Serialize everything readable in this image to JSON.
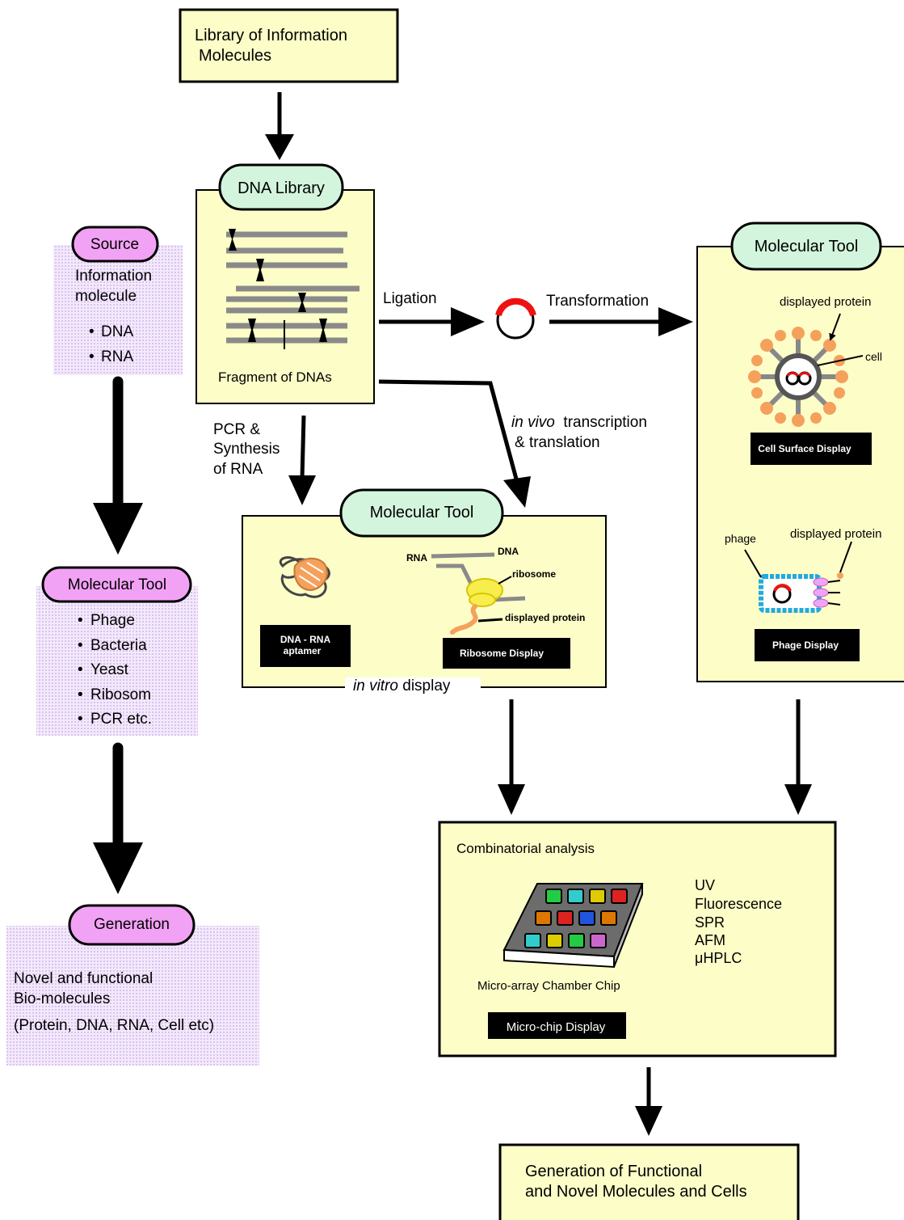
{
  "top_box": {
    "line1": "Library of Information",
    "line2": "Molecules"
  },
  "dna_library": {
    "label": "DNA Library",
    "fragment_caption": "Fragment of DNAs"
  },
  "source_panel": {
    "label": "Source",
    "line1": "Information",
    "line2": "molecule",
    "items": [
      "DNA",
      "RNA"
    ]
  },
  "left_tool_panel": {
    "label": "Molecular Tool",
    "items": [
      "Phage",
      "Bacteria",
      "Yeast",
      "Ribosom",
      "PCR etc."
    ]
  },
  "generation_panel": {
    "label": "Generation",
    "line1": "Novel and functional",
    "line2": "Bio-molecules",
    "line3": "(Protein,  DNA, RNA, Cell etc)"
  },
  "arrows": {
    "ligation": "Ligation",
    "transformation": "Transformation",
    "pcr_line1": "PCR &",
    "pcr_line2": "Synthesis",
    "pcr_line3": "of RNA",
    "invivo_italic": "in vivo",
    "invivo_rest": "  transcription",
    "invivo_line2": "& translation"
  },
  "invitro_panel": {
    "label": "Molecular Tool",
    "aptamer_line1": "DNA - RNA",
    "aptamer_line2": "aptamer",
    "rna": "RNA",
    "dna": "DNA",
    "ribosome": "ribosome",
    "displayed_protein": "displayed protein",
    "ribosome_display": "Ribosome Display",
    "caption_italic": "in vitro",
    "caption_rest": " display"
  },
  "right_tool_panel": {
    "label": "Molecular Tool",
    "displayed_protein_top": "displayed protein",
    "cell": "cell",
    "cell_surface_display": "Cell Surface Display",
    "phage": "phage",
    "displayed_protein_bottom": "displayed protein",
    "phage_display": "Phage Display"
  },
  "combinatorial_panel": {
    "title": "Combinatorial analysis",
    "methods": [
      "UV",
      "Fluorescence",
      "SPR",
      "AFM",
      "μHPLC"
    ],
    "chip_caption": "Micro-array Chamber Chip",
    "microchip_display": "Micro-chip Display",
    "chip_colors": [
      "#22cc44",
      "#33cccc",
      "#ddcc00",
      "#dd2222",
      "#dd7700",
      "#dd2222",
      "#2255dd",
      "#dd7700",
      "#33cccc",
      "#ddcc00",
      "#22cc44",
      "#cc66cc"
    ]
  },
  "bottom_box": {
    "line1": "Generation of Functional",
    "line2": "and Novel Molecules and Cells"
  },
  "colors": {
    "panel_fill": "#fdfdc8",
    "pill_green": "#d3f5dd",
    "pill_pink": "#f2a2f4",
    "lavender": "#ead6f6",
    "accent_red": "#ee1111",
    "orange": "#f5a15c",
    "blue": "#22aadd"
  }
}
